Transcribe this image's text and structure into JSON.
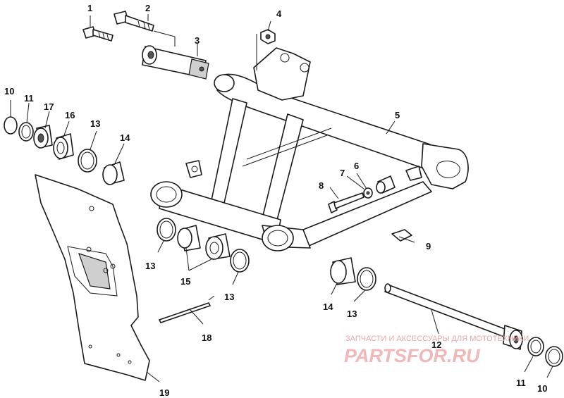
{
  "callouts": {
    "c1": "1",
    "c2": "2",
    "c3": "3",
    "c4": "4",
    "c5": "5",
    "c6": "6",
    "c7": "7",
    "c8": "8",
    "c9": "9",
    "c10a": "10",
    "c10b": "10",
    "c11a": "11",
    "c11b": "11",
    "c12": "12",
    "c13a": "13",
    "c13b": "13",
    "c13c": "13",
    "c13d": "13",
    "c14a": "14",
    "c14b": "14",
    "c15": "15",
    "c16": "16",
    "c17": "17",
    "c18": "18",
    "c19": "19"
  },
  "watermark": {
    "caption": "ЗАПЧАСТИ И АКСЕССУАРЫ ДЛЯ МОТОТЕХНИКИ",
    "logo": "PARTSFOR.RU"
  },
  "colors": {
    "line": "#1a1a1a",
    "watermark": "#f0b8b8"
  }
}
